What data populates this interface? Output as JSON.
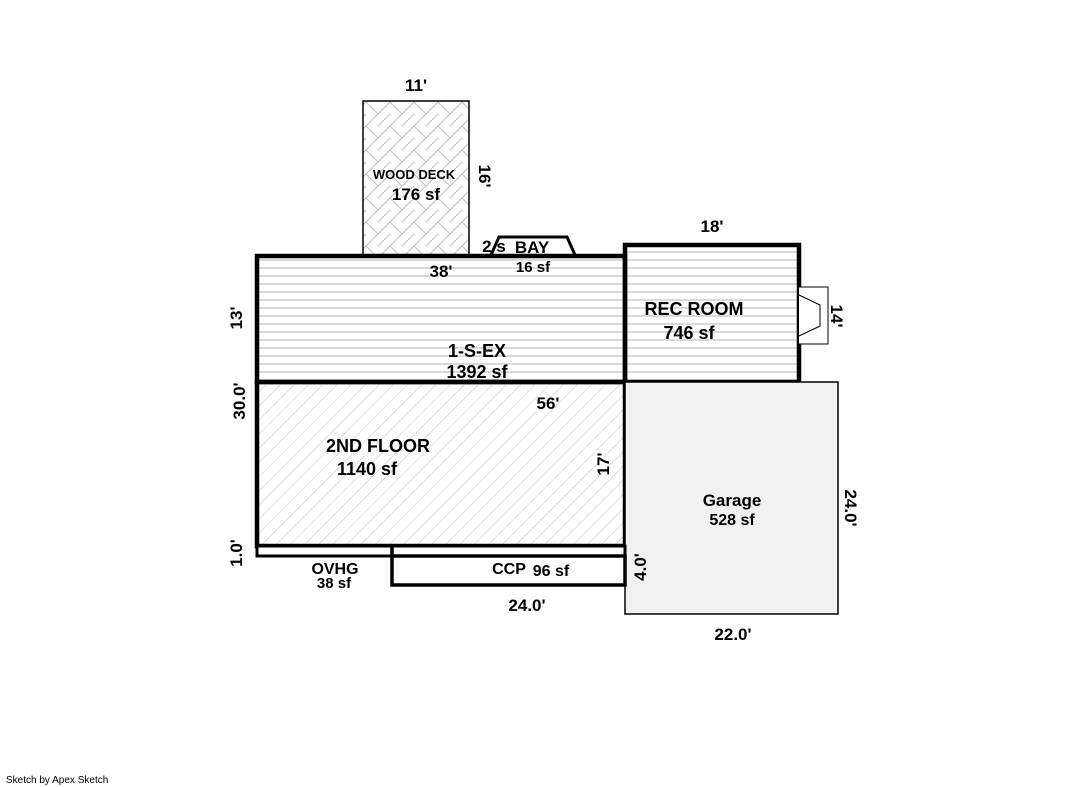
{
  "areas": {
    "wood_deck": {
      "name": "WOOD DECK",
      "sf": "176 sf"
    },
    "bay": {
      "name_left": "2 s",
      "name_right": "BAY",
      "sf": "16 sf"
    },
    "one_s_ex": {
      "name": "1-S-EX",
      "sf": "1392 sf"
    },
    "rec_room": {
      "name": "REC ROOM",
      "sf": "746 sf"
    },
    "second_floor": {
      "name": "2ND FLOOR",
      "sf": "1140 sf"
    },
    "garage": {
      "name": "Garage",
      "sf": "528 sf"
    },
    "ovhg": {
      "name": "OVHG",
      "sf": "38 sf"
    },
    "ccp": {
      "name": "CCP",
      "sf": "96 sf"
    }
  },
  "dimensions": {
    "deck_width": "11'",
    "deck_depth": "16'",
    "rec_width": "18'",
    "rec_bump": "14'",
    "main_width_top": "38'",
    "main_left_upper": "13'",
    "main_left": "30.0'",
    "second_width": "56'",
    "second_right": "17'",
    "ovhg_left": "1.0'",
    "ccp_width": "24.0'",
    "ccp_right": "4.0'",
    "garage_right": "24.0'",
    "garage_bottom": "22.0'"
  },
  "footer": "Sketch by Apex Sketch"
}
